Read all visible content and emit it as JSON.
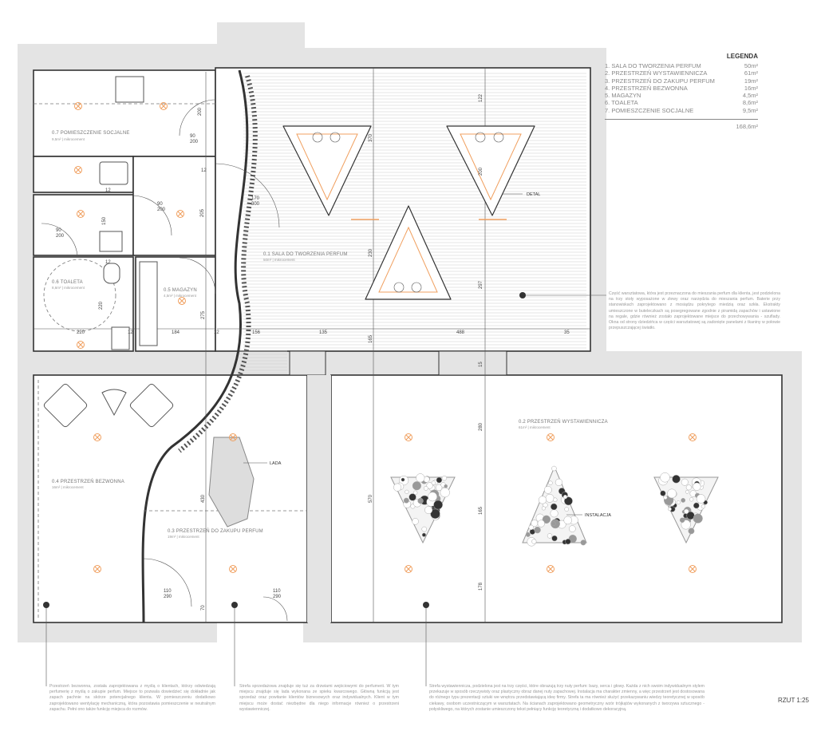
{
  "legend": {
    "title": "LEGENDA",
    "items": [
      {
        "label": "1. SALA DO TWORZENIA PERFUM",
        "area": "50m²"
      },
      {
        "label": "2. PRZESTRZEŃ WYSTAWIENNICZA",
        "area": "61m²"
      },
      {
        "label": "3. PRZESTRZEŃ DO ZAKUPU PERFUM",
        "area": "19m²"
      },
      {
        "label": "4. PRZESTRZEŃ BEZWONNA",
        "area": "16m²"
      },
      {
        "label": "5. MAGAZYN",
        "area": "4,5m²"
      },
      {
        "label": "6. TOALETA",
        "area": "8,6m²"
      },
      {
        "label": "7. POMIESZCZENIE SOCJALNE",
        "area": "9,5m²"
      }
    ],
    "total": "168,6m²"
  },
  "rooms": {
    "social": {
      "label": "0.7 POMIESZCZENIE SOCJALNE",
      "sub": "9,5m² | mikrocement"
    },
    "toilet": {
      "label": "0.6 TOALETA",
      "sub": "8,6m² | mikrocement"
    },
    "storage": {
      "label": "0.5 MAGAZYN",
      "sub": "4,5m² | mikrocement"
    },
    "workshop": {
      "label": "0.1 SALA DO TWORZENIA PERFUM",
      "sub": "50m² | mikrocement"
    },
    "odorless": {
      "label": "0.4 PRZESTRZEŃ BEZWONNA",
      "sub": "16m² | mikrocement"
    },
    "shop": {
      "label": "0.3 PRZESTRZEŃ DO ZAKUPU PERFUM",
      "sub": "19m² | mikrocement"
    },
    "exhibition": {
      "label": "0.2 PRZESTRZEŃ WYSTAWIENNICZA",
      "sub": "61m² | mikrocement"
    }
  },
  "tags": {
    "detail": "DETAL",
    "counter": "LADA",
    "installation": "INSTALACJA"
  },
  "dims": [
    "200",
    "90",
    "200",
    "12",
    "90",
    "200",
    "150",
    "205",
    "12",
    "90",
    "200",
    "12",
    "220",
    "12",
    "184",
    "12",
    "156",
    "135",
    "488",
    "35",
    "170",
    "300",
    "122",
    "370",
    "200",
    "230",
    "297",
    "165",
    "15",
    "275",
    "430",
    "110",
    "290",
    "110",
    "290",
    "70",
    "280",
    "570",
    "165",
    "178",
    "220"
  ],
  "notes": {
    "workshop": "Część warsztatowa, która jest przeznaczona do mieszania perfum dla klienta, jest podzielona na trzy stoły wyposażone w zlewy oraz narzędzia do mieszania perfum. Baterie przy stanowiskach zaprojektowano z mosiądzu pokrytego miedzią oraz szkła. Ekstrakty umieszczone w buteleczkach są posegregowane zgodnie z piramidą zapachów i ustawione na regale, gdzie również zostało zaprojektowane miejsce do przechowywania - szuflady. Okna od strony dziedzińca w części warsztatowej są zadonięte panelami z tkaniny w połowie przepuszczającej światło.",
    "odorless": "Przestrzeń bezwonna, została zaprojektowana z myślą o klientach, którzy odwiedzają perfumerię z myślą o zakupie perfum. Miejsce to pozwala dowiedzieć się dokładnie jak zapach pachnie na skórze potencjalnego klienta. W pomieszczeniu dodatkowo zaprojektowano wentylację mechaniczną, która pozostawia pomieszczenie w neutralnym zapachu. Pełni ono także funkcję miejsca do rozmów.",
    "shop": "Strefa sprzedażowa znajduje się tuż za drzwiami wejściowymi do perfumerii. W tym miejscu znajduje się lada wykonana ze spieku kwarcowego. Główną funkcją jest sprzedaż oraz powitanie klientów biznesowych oraz indywidualnych. Klient w tym miejscu może dostać niezbędne dla niego informacje również o przestrzeni wystawienniczej.",
    "exhibition": "Strefa wystawiennicza, podzielona jest na trzy części, które obrazują trzy nuty perfum: bazy, serca i głowy. Każda z nich swoim indywidualnym stylem przekazuje w sposób rzeczywisty oraz plastyczny obraz danej nuty zapachowej. Instalacja ma charakter zmienny, a więc przestrzeń jest dostosowana do różnego typu prezentacji sztuki we wnętrzu przedstawiającą ideę firmy. Strefa ta ma również służyć przekazywaniu wiedzy teoretycznej w sposób ciekawy, osobom uczestniczącym w warsztatach. Na ścianach zaprojektowano geometryczny wzór trójkątów wykonanych z tworzywa sztucznego - połyskliwego, na których zostanie umieszczony tekst pełniący funkcję teoretyczną i dodatkowo dekoracyjną."
  },
  "scale": "RZUT 1:25",
  "colors": {
    "light": "#f0a060",
    "wall": "#e4e4e4",
    "line": "#333333"
  }
}
